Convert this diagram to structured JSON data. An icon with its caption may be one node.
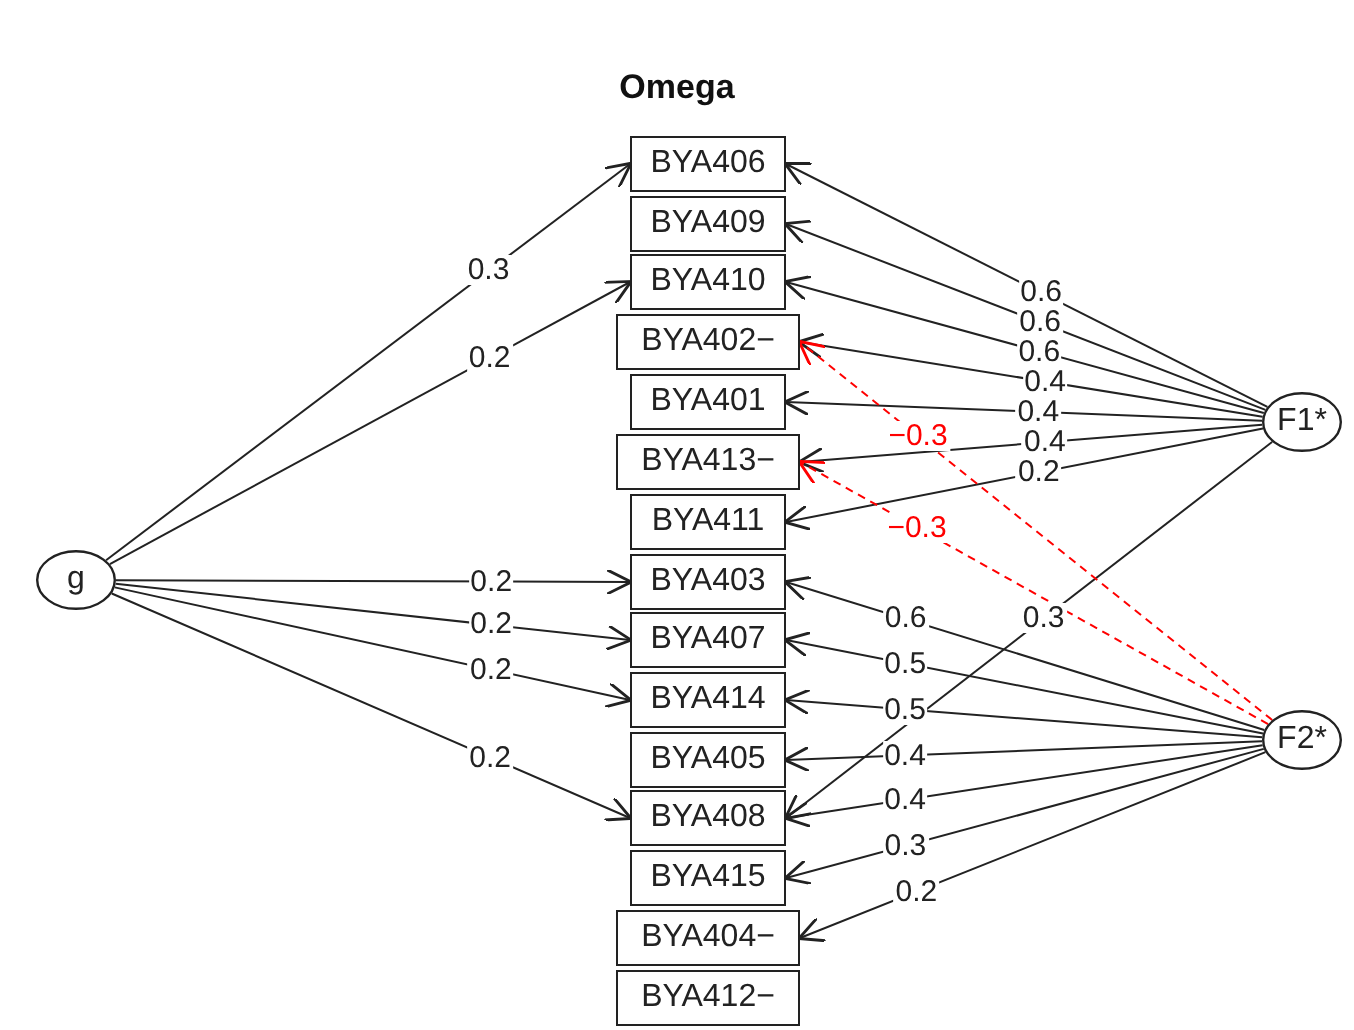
{
  "diagram": {
    "title": "Omega",
    "nodes": [
      {
        "text": [
          "g"
        ]
      },
      {
        "text": [
          "BYA406"
        ]
      },
      {
        "text": [
          "BYA409"
        ]
      },
      {
        "text": [
          "BYA410"
        ]
      },
      {
        "text": [
          "BYA402−"
        ]
      },
      {
        "text": [
          "BYA401"
        ]
      },
      {
        "text": [
          "BYA413−"
        ]
      },
      {
        "text": [
          "BYA411"
        ]
      },
      {
        "text": [
          "BYA403"
        ]
      },
      {
        "text": [
          "BYA407"
        ]
      },
      {
        "text": [
          "BYA414"
        ]
      },
      {
        "text": [
          "BYA405"
        ]
      },
      {
        "text": [
          "BYA408"
        ]
      },
      {
        "text": [
          "BYA415"
        ]
      },
      {
        "text": [
          "BYA404−"
        ]
      },
      {
        "text": [
          "BYA412−"
        ]
      },
      {
        "text": [
          "F1*"
        ]
      },
      {
        "text": [
          "F2*"
        ]
      }
    ],
    "edges": [
      {
        "from": 0,
        "to": 1,
        "arrow": "to",
        "label": "0.3"
      },
      {
        "from": 0,
        "to": 3,
        "arrow": "to",
        "label": "0.2"
      },
      {
        "from": 0,
        "to": 8,
        "arrow": "to",
        "label": "0.2"
      },
      {
        "from": 0,
        "to": 9,
        "arrow": "to",
        "label": "0.2"
      },
      {
        "from": 0,
        "to": 10,
        "arrow": "to",
        "label": "0.2"
      },
      {
        "from": 0,
        "to": 12,
        "arrow": "to",
        "label": "0.2"
      },
      {
        "from": 16,
        "to": 1,
        "arrow": "to",
        "label": "0.6"
      },
      {
        "from": 16,
        "to": 2,
        "arrow": "to",
        "label": "0.6"
      },
      {
        "from": 16,
        "to": 3,
        "arrow": "to",
        "label": "0.6"
      },
      {
        "from": 16,
        "to": 4,
        "arrow": "to",
        "label": "0.4"
      },
      {
        "from": 16,
        "to": 5,
        "arrow": "to",
        "label": "0.4"
      },
      {
        "from": 16,
        "to": 6,
        "arrow": "to",
        "label": "0.4"
      },
      {
        "from": 16,
        "to": 7,
        "arrow": "to",
        "label": "0.2"
      },
      {
        "from": 16,
        "to": 12,
        "arrow": "to",
        "label": "0.3"
      },
      {
        "from": 17,
        "to": 8,
        "arrow": "to",
        "label": "0.6"
      },
      {
        "from": 17,
        "to": 9,
        "arrow": "to",
        "label": "0.5"
      },
      {
        "from": 17,
        "to": 10,
        "arrow": "to",
        "label": "0.5"
      },
      {
        "from": 17,
        "to": 11,
        "arrow": "to",
        "label": "0.4"
      },
      {
        "from": 17,
        "to": 12,
        "arrow": "to",
        "label": "0.4"
      },
      {
        "from": 17,
        "to": 13,
        "arrow": "to",
        "label": "0.3"
      },
      {
        "from": 17,
        "to": 14,
        "arrow": "to",
        "label": "0.2"
      },
      {
        "from": 17,
        "to": 4,
        "arrow": "to",
        "label": "−0.3",
        "style": "dashed",
        "color": "#ff0000"
      },
      {
        "from": 17,
        "to": 6,
        "arrow": "to",
        "label": "−0.3",
        "style": "dashed",
        "color": "#ff0000"
      }
    ]
  }
}
